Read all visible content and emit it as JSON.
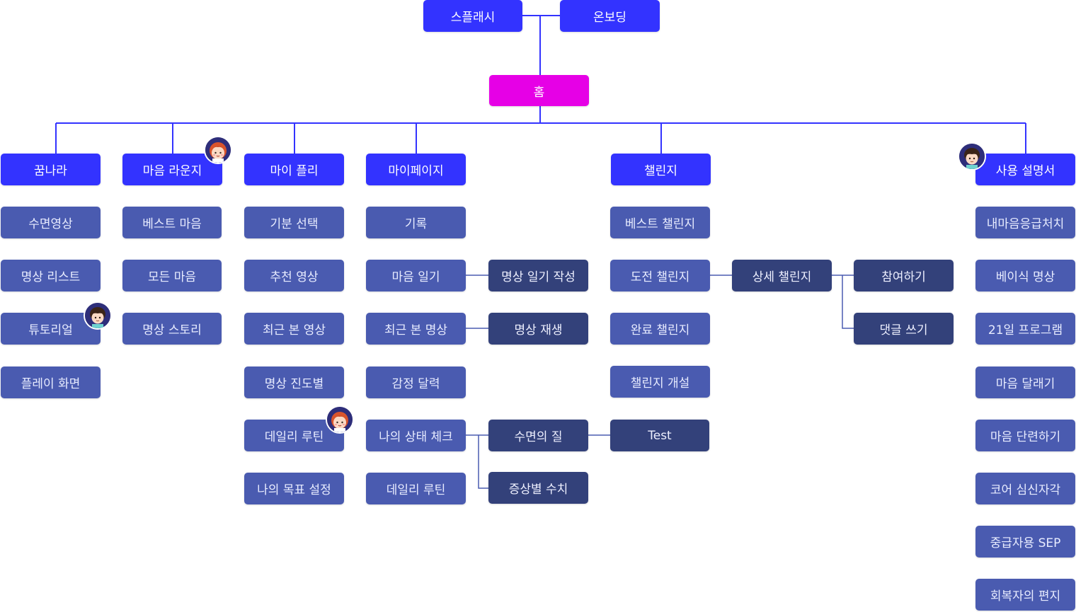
{
  "colors": {
    "top": "#3333ff",
    "home": "#e600e6",
    "category": "#3333ff",
    "sub": "#4a5bb0",
    "deep": "#33417a",
    "line_top": "#3333ff",
    "line_sub": "#4a5bb0"
  },
  "top": {
    "splash": "스플래시",
    "onboarding": "온보딩"
  },
  "home": "홈",
  "categories": [
    {
      "id": "dream",
      "label": "꿈나라"
    },
    {
      "id": "lounge",
      "label": "마음 라운지"
    },
    {
      "id": "myplay",
      "label": "마이 플리"
    },
    {
      "id": "mypage",
      "label": "마이페이지"
    },
    {
      "id": "challenge",
      "label": "챌린지"
    },
    {
      "id": "manual",
      "label": "사용 설명서"
    }
  ],
  "dream": [
    "수면영상",
    "명상 리스트",
    "튜토리얼",
    "플레이 화면"
  ],
  "lounge": [
    "베스트 마음",
    "모든 마음",
    "명상 스토리"
  ],
  "myplay": [
    "기분 선택",
    "추천 영상",
    "최근 본 영상",
    "명상 진도별",
    "데일리 루틴",
    "나의 목표 설정"
  ],
  "mypage": [
    "기록",
    "마음 일기",
    "최근 본 명상",
    "감정 달력",
    "나의 상태 체크",
    "데일리 루틴"
  ],
  "mypage_deep": {
    "diary_write": "명상 일기 작성",
    "replay": "명상 재생",
    "sleep_quality": "수면의 질",
    "symptom": "증상별 수치",
    "test": "Test"
  },
  "challenge": [
    "베스트 챌린지",
    "도전 챌린지",
    "완료 챌린지",
    "챌린지 개설"
  ],
  "challenge_deep": {
    "detail": "상세 챌린지",
    "join": "참여하기",
    "comment": "댓글 쓰기"
  },
  "manual": [
    "내마음응급처치",
    "베이식 명상",
    "21일 프로그램",
    "마음 달래기",
    "마음 단련하기",
    "코어 심신자각",
    "중급자용 SEP",
    "회복자의 편지"
  ],
  "avatars": [
    {
      "name": "girl-avatar",
      "character": "girl"
    },
    {
      "name": "boy-avatar",
      "character": "boy"
    },
    {
      "name": "girl-avatar",
      "character": "girl"
    },
    {
      "name": "boy-avatar",
      "character": "boy"
    }
  ]
}
